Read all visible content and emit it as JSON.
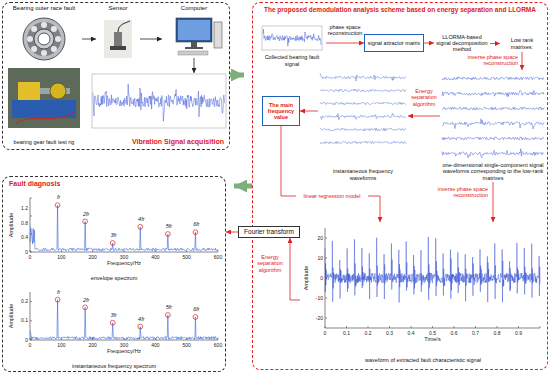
{
  "diagram": {
    "nodes": [
      {
        "text": [
          "Vibration Signal acquisition"
        ]
      },
      {
        "text": [
          "Bearing outer race fault"
        ],
        "in": 0
      },
      {
        "text": [
          "Sensor"
        ],
        "in": 0
      },
      {
        "text": [
          "Computer"
        ],
        "in": 0
      },
      {
        "text": [
          "bearing gear fault test rig"
        ],
        "in": 0
      },
      {
        "text": [
          "The proposed demodulation analysis scheme based on energy separation and LLORMA"
        ]
      },
      {
        "text": [
          "Collected bearing fault signal"
        ],
        "in": 5
      },
      {
        "text": [
          "signal attractor matrix"
        ],
        "in": 5
      },
      {
        "text": [
          "LLORMA-based signal decomposition method"
        ],
        "in": 5
      },
      {
        "text": [
          "Low rank matrixes:"
        ],
        "in": 5
      },
      {
        "text": [
          "one-dimensional single-component signal waveforms corresponding to the low-rank matrixes"
        ],
        "in": 5
      },
      {
        "text": [
          "instantaneous frequency waveforms"
        ],
        "in": 5
      },
      {
        "text": [
          "The main frequency value"
        ],
        "in": 5
      },
      {
        "text": [
          "waveform of extracted fault characteristic signal"
        ],
        "in": 5
      },
      {
        "text": [
          "Fault diagnosis"
        ]
      },
      {
        "text": [
          "envelope spectrum"
        ],
        "in": 14
      },
      {
        "text": [
          "instantaneous frequency spectrum"
        ],
        "in": 14
      },
      {
        "text": [
          "Fourier transform"
        ]
      }
    ],
    "edges": [
      {
        "from": 0,
        "to": 5,
        "arrow": "to"
      },
      {
        "from": 1,
        "to": 2,
        "arrow": "to"
      },
      {
        "from": 2,
        "to": 3,
        "arrow": "to"
      },
      {
        "from": 5,
        "to": 14,
        "arrow": "to"
      },
      {
        "from": 6,
        "to": 7,
        "label": "phase space reconstruction",
        "arrow": "to"
      },
      {
        "from": 7,
        "to": 8,
        "arrow": "to"
      },
      {
        "from": 8,
        "to": 9,
        "arrow": "to"
      },
      {
        "from": 9,
        "to": 10,
        "label": "inverse phase space reconstruction",
        "arrow": "to"
      },
      {
        "from": 10,
        "to": 11,
        "label": "Energy separation algorithm",
        "arrow": "to"
      },
      {
        "from": 11,
        "to": 12,
        "arrow": "to"
      },
      {
        "from": 12,
        "to": 13,
        "label": "linear regression model",
        "arrow": "to"
      },
      {
        "from": 10,
        "to": 13,
        "label": "inverse phase space reconstruction",
        "arrow": "to"
      },
      {
        "from": 13,
        "to": 17,
        "label": "Energy separation algorithm",
        "arrow": "to"
      },
      {
        "from": 17,
        "to": 14,
        "arrow": "to"
      }
    ],
    "labels": [
      "fr",
      "2fr",
      "3fr",
      "4fr",
      "5fr",
      "6fr",
      "0",
      "0.4",
      "0.8",
      "1.2",
      "0",
      "100",
      "200",
      "300",
      "400",
      "500",
      "600",
      "Amplitude",
      "Frequency/Hz",
      "fr",
      "2fr",
      "3fr",
      "4fr",
      "5fr",
      "6fr",
      "0",
      "0.1",
      "0.2",
      "0",
      "100",
      "200",
      "300",
      "400",
      "500",
      "600",
      "Amplitude",
      "Frequency/Hz",
      "-20",
      "-10",
      "0",
      "10",
      "20",
      "0",
      "0.1",
      "0.2",
      "0.3",
      "0.4",
      "0.5",
      "0.6",
      "0.7",
      "0.8",
      "0.9",
      "Amplitude",
      "Time/s"
    ]
  }
}
